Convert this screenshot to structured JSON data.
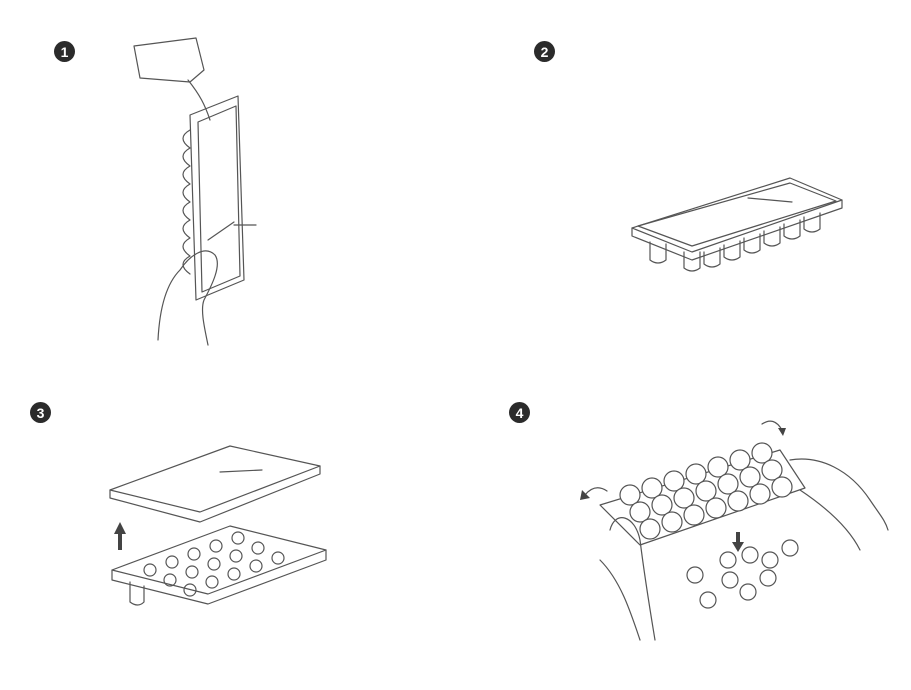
{
  "steps": [
    {
      "number": "1",
      "action": "fill-with-water"
    },
    {
      "number": "2",
      "action": "close-lid-and-freeze"
    },
    {
      "number": "3",
      "action": "remove-lid"
    },
    {
      "number": "4",
      "action": "twist-and-release-cubes"
    }
  ],
  "colors": {
    "badge": "#2b2b2b",
    "line": "#555555"
  }
}
